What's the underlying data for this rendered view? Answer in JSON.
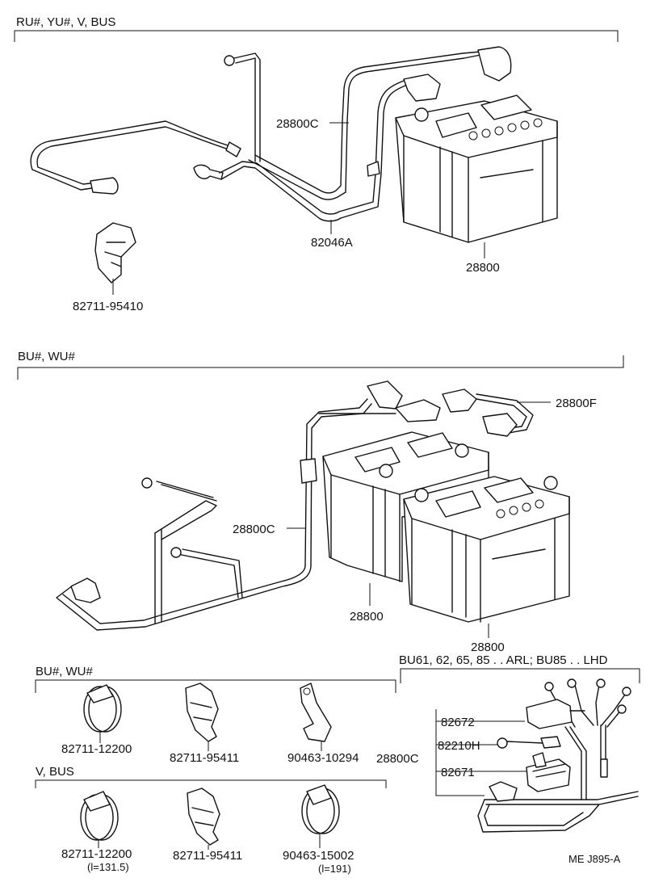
{
  "sections": {
    "top_header": "RU#, YU#, V, BUS",
    "middle_header": "BU#, WU#",
    "bottom_left_header_1": "BU#, WU#",
    "bottom_left_header_2": "V, BUS",
    "bottom_right_header": "BU61, 62, 65, 85 . . ARL; BU85 . . LHD"
  },
  "labels": {
    "top_cable_c": "28800C",
    "top_cable_a": "82046A",
    "top_battery": "28800",
    "top_clamp": "82711-95410",
    "mid_cable_f": "28800F",
    "mid_cable_c": "28800C",
    "mid_battery_1": "28800",
    "mid_battery_2": "28800",
    "part_1": "82711-12200",
    "part_2": "82711-95411",
    "part_3": "90463-10294",
    "part_4": "82711-12200",
    "part_4_note": "(l=131.5)",
    "part_5": "82711-95411",
    "part_6": "90463-15002",
    "part_6_note": "(l=191)",
    "harness_1": "82672",
    "harness_2": "82210H",
    "harness_3": "82671",
    "harness_group": "28800C",
    "figure_code": "ME J895-A"
  }
}
